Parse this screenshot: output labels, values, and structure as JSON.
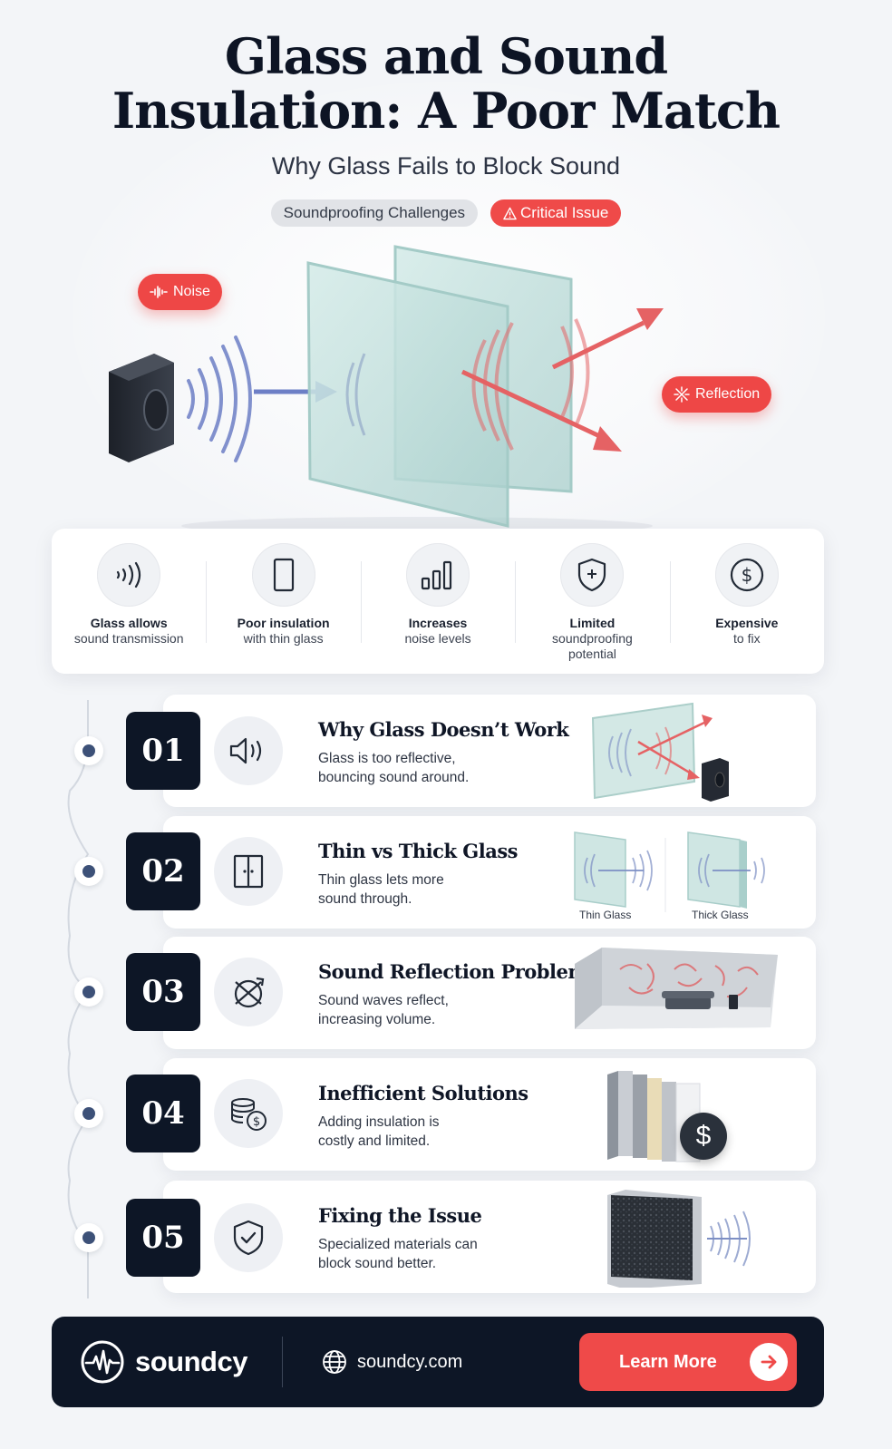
{
  "header": {
    "title_line1": "Glass and Sound",
    "title_line2": "Insulation: A Poor Match",
    "subtitle": "Why Glass Fails to Block Sound",
    "badges": [
      {
        "label": "Soundproofing Challenges"
      },
      {
        "label": "Critical Issue",
        "icon": "warning-icon"
      }
    ]
  },
  "hero": {
    "noise_label": "Noise",
    "reflection_label": "Reflection"
  },
  "features": [
    {
      "title": "Glass allows",
      "sub": "sound transmission",
      "icon": "sound-waves-icon"
    },
    {
      "title": "Poor insulation",
      "sub": "with thin glass",
      "icon": "glass-pane-icon"
    },
    {
      "title": "Increases",
      "sub": "noise levels",
      "icon": "bar-chart-icon"
    },
    {
      "title": "Limited",
      "sub": "soundproofing",
      "sub2": "potential",
      "icon": "shield-icon"
    },
    {
      "title": "Expensive",
      "sub": "to fix",
      "icon": "dollar-icon"
    }
  ],
  "steps": [
    {
      "number": "01",
      "title": "Why Glass Doesn’t Work",
      "line1": "Glass is too reflective,",
      "line2": "bouncing sound around.",
      "icon": "speaker-icon"
    },
    {
      "number": "02",
      "title": "Thin vs Thick Glass",
      "line1": "Thin glass lets more",
      "line2": "sound through.",
      "icon": "door-icon",
      "caption_thin": "Thin Glass",
      "caption_thick": "Thick Glass"
    },
    {
      "number": "03",
      "title": "Sound Reflection Problem",
      "line1": "Sound waves reflect,",
      "line2": "increasing volume.",
      "icon": "reflect-icon"
    },
    {
      "number": "04",
      "title": "Inefficient Solutions",
      "line1": "Adding insulation is",
      "line2": "costly and limited.",
      "icon": "coins-icon",
      "price_symbol": "$"
    },
    {
      "number": "05",
      "title": "Fixing the Issue",
      "line1": "Specialized materials can",
      "line2": "block sound better.",
      "icon": "shield-check-icon"
    }
  ],
  "footer": {
    "brand": "soundcy",
    "website": "soundcy.com",
    "cta": "Learn More"
  },
  "colors": {
    "accent_red": "#ef4a49",
    "navy": "#0d1626",
    "dot_blue": "#3d5178"
  }
}
